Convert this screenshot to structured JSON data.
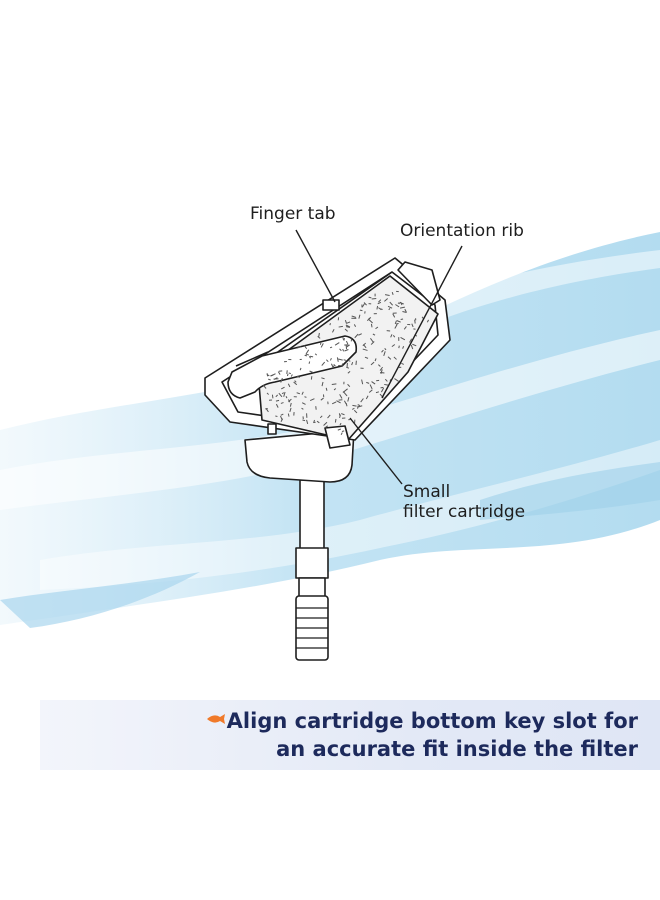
{
  "labels": {
    "finger_tab": "Finger tab",
    "orientation_rib": "Orientation rib",
    "small_cartridge_line1": "Small",
    "small_cartridge_line2": "filter cartridge"
  },
  "banner": {
    "line1": "Align cartridge bottom key slot for",
    "line2": "an accurate fit inside the filter",
    "icon": "fish-icon",
    "icon_color": "#f07a2a",
    "text_color": "#1d2a5c"
  },
  "colors": {
    "water": "#bfe0f1",
    "outline": "#1e1e1e"
  }
}
